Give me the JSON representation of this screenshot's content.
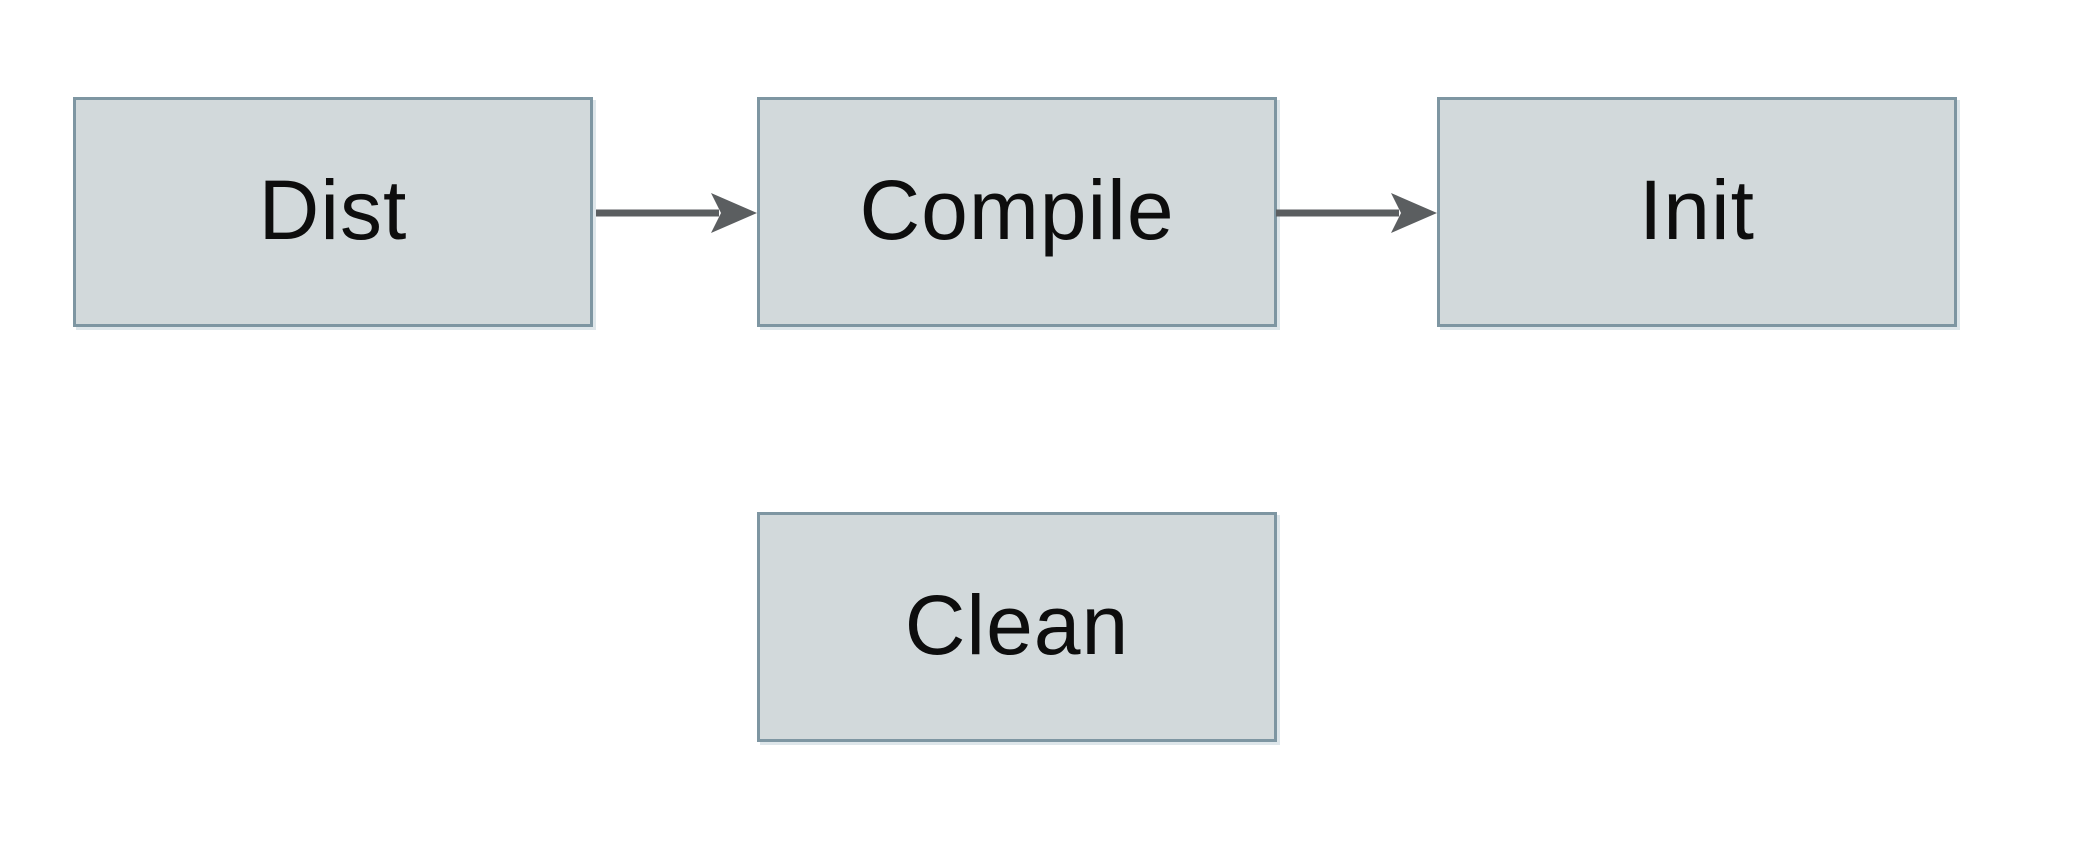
{
  "diagram": {
    "type": "flowchart",
    "nodes": [
      {
        "id": "dist",
        "label": "Dist"
      },
      {
        "id": "compile",
        "label": "Compile"
      },
      {
        "id": "init",
        "label": "Init"
      },
      {
        "id": "clean",
        "label": "Clean"
      }
    ],
    "edges": [
      {
        "from": "dist",
        "to": "compile",
        "direction": "right"
      },
      {
        "from": "compile",
        "to": "init",
        "direction": "right"
      }
    ]
  },
  "colors": {
    "background": "#ffffff",
    "node_fill": "#d2d9db",
    "node_border": "#7e96a2",
    "node_shadow": "#a0b8c3",
    "arrow": "#5b5e60",
    "label_text": "#0d0d0d"
  }
}
